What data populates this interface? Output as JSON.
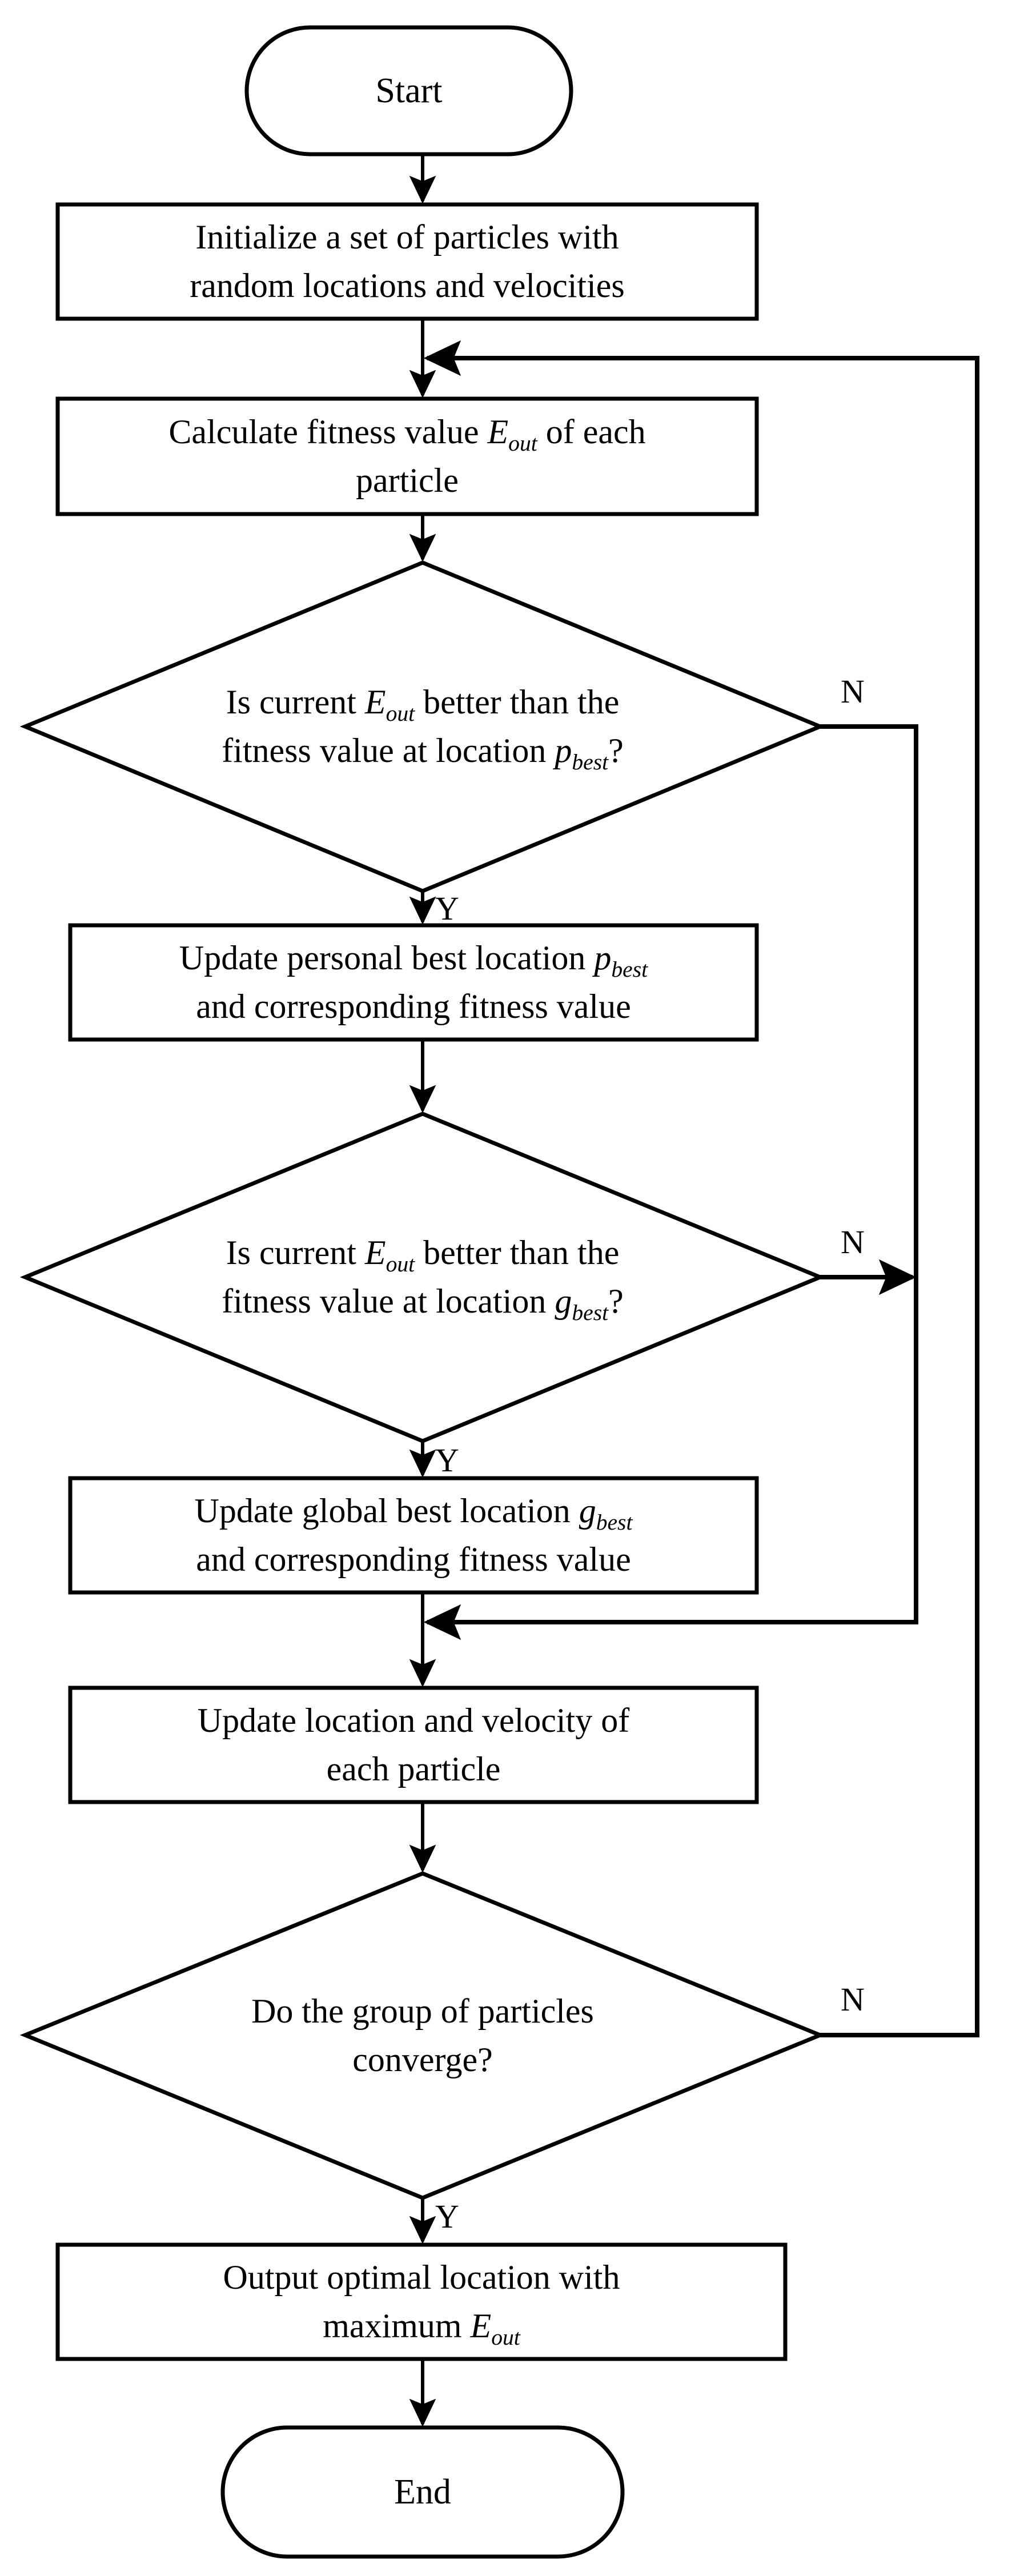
{
  "diagram": {
    "title": "Particle Swarm Optimization flowchart",
    "type": "flowchart",
    "stroke_color": "#000000",
    "fill_color": "#ffffff",
    "background": "#ffffff"
  },
  "nodes": {
    "start": {
      "shape": "terminal",
      "label": "Start"
    },
    "initialize": {
      "shape": "process",
      "line1": "Initialize a set of particles with",
      "line2": "random locations and velocities"
    },
    "calculate": {
      "shape": "process",
      "line1_pre": "Calculate fitness value ",
      "line1_var": "E",
      "line1_sub": "out",
      "line1_post": " of each",
      "line2": "particle"
    },
    "decision_pbest": {
      "shape": "decision",
      "line1_pre": "Is current ",
      "line1_var": "E",
      "line1_sub": "out",
      "line1_post": " better than the",
      "line2_pre": "fitness value at location ",
      "line2_var": "p",
      "line2_sub": "best",
      "line2_post": "?"
    },
    "update_pbest": {
      "shape": "process",
      "line1_pre": "Update personal best location ",
      "line1_var": "p",
      "line1_sub": "best",
      "line2": "and corresponding fitness value"
    },
    "decision_gbest": {
      "shape": "decision",
      "line1_pre": "Is current ",
      "line1_var": "E",
      "line1_sub": "out",
      "line1_post": " better than the",
      "line2_pre": "fitness value at location ",
      "line2_var": "g",
      "line2_sub": "best",
      "line2_post": "?"
    },
    "update_gbest": {
      "shape": "process",
      "line1_pre": "Update global best location ",
      "line1_var": "g",
      "line1_sub": "best",
      "line2": "and corresponding fitness value"
    },
    "update_motion": {
      "shape": "process",
      "line1": "Update location and velocity of",
      "line2": "each particle"
    },
    "decision_converge": {
      "shape": "decision",
      "line1": "Do the group of particles",
      "line2": "converge?"
    },
    "output": {
      "shape": "process",
      "line1": "Output optimal location with",
      "line2_pre": "maximum ",
      "line2_var": "E",
      "line2_sub": "out"
    },
    "end": {
      "shape": "terminal",
      "label": "End"
    }
  },
  "branch_labels": {
    "pbest_no": "N",
    "pbest_yes": "Y",
    "gbest_no": "N",
    "gbest_yes": "Y",
    "converge_no": "N",
    "converge_yes": "Y"
  },
  "edges": [
    {
      "name": "start-to-initialize",
      "from": "start",
      "to": "initialize",
      "label": ""
    },
    {
      "name": "initialize-to-calculate",
      "from": "initialize",
      "to": "calculate",
      "label": ""
    },
    {
      "name": "calculate-to-decision-pbest",
      "from": "calculate",
      "to": "decision_pbest",
      "label": ""
    },
    {
      "name": "decision-pbest-yes",
      "from": "decision_pbest",
      "to": "update_pbest",
      "label": "Y"
    },
    {
      "name": "decision-pbest-no",
      "from": "decision_pbest",
      "to": "update_motion",
      "label": "N"
    },
    {
      "name": "update-pbest-to-decision-gbest",
      "from": "update_pbest",
      "to": "decision_gbest",
      "label": ""
    },
    {
      "name": "decision-gbest-yes",
      "from": "decision_gbest",
      "to": "update_gbest",
      "label": "Y"
    },
    {
      "name": "decision-gbest-no",
      "from": "decision_gbest",
      "to": "update_motion",
      "label": "N"
    },
    {
      "name": "update-gbest-to-update-motion",
      "from": "update_gbest",
      "to": "update_motion",
      "label": ""
    },
    {
      "name": "update-motion-to-decision-converge",
      "from": "update_motion",
      "to": "decision_converge",
      "label": ""
    },
    {
      "name": "decision-converge-no",
      "from": "decision_converge",
      "to": "calculate",
      "label": "N"
    },
    {
      "name": "decision-converge-yes",
      "from": "decision_converge",
      "to": "output",
      "label": "Y"
    },
    {
      "name": "output-to-end",
      "from": "output",
      "to": "end",
      "label": ""
    }
  ]
}
